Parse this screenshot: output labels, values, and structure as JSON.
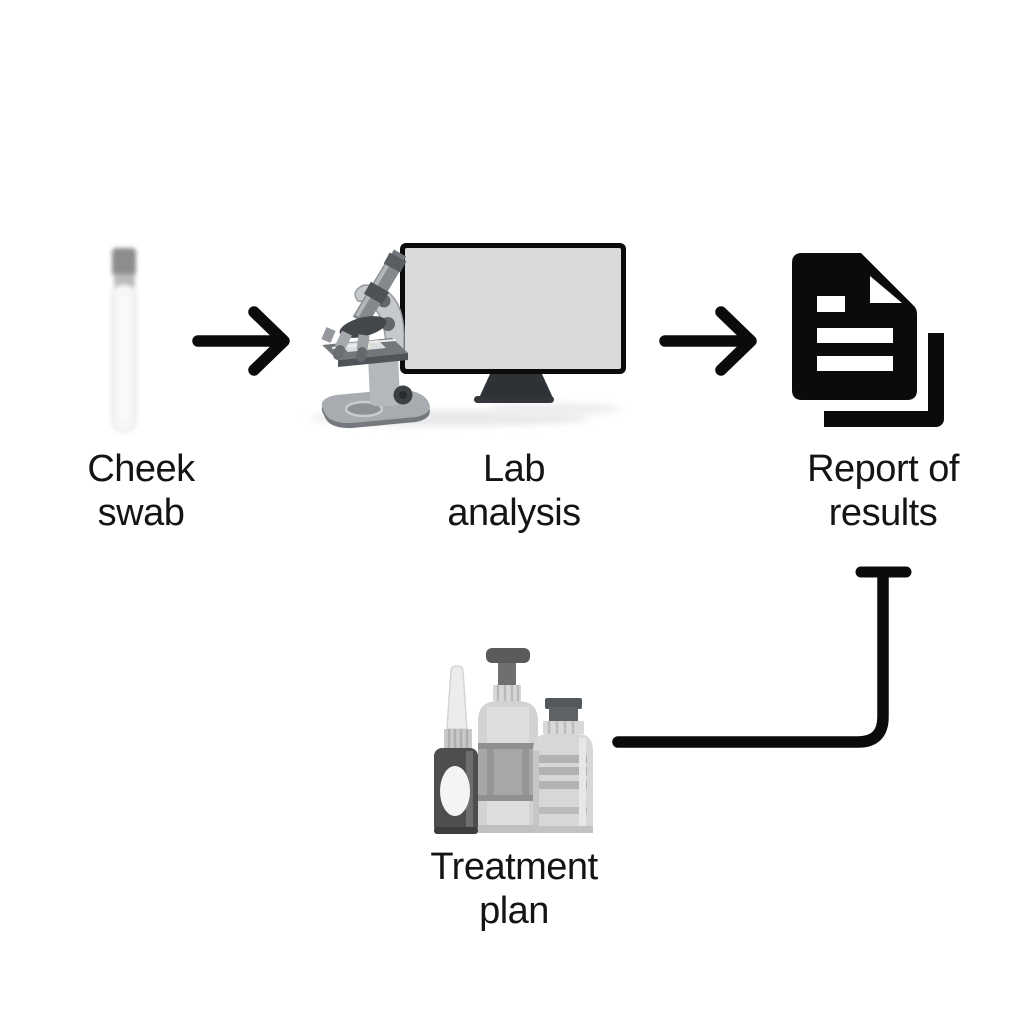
{
  "diagram": {
    "background": "#ffffff",
    "nodes": [
      {
        "id": "cheek-swab",
        "icon": "swab-tube-icon",
        "label": "Cheek swab",
        "lines": [
          "Cheek",
          "swab"
        ]
      },
      {
        "id": "lab-analysis",
        "icon": "microscope-monitor-icon",
        "label": "Lab analysis",
        "lines": [
          "Lab",
          "analysis"
        ]
      },
      {
        "id": "report-of-results",
        "icon": "report-documents-icon",
        "label": "Report of results",
        "lines": [
          "Report of",
          "results"
        ]
      },
      {
        "id": "treatment-plan",
        "icon": "medicine-bottles-icon",
        "label": "Treatment plan",
        "lines": [
          "Treatment",
          "plan"
        ]
      }
    ],
    "connectors": [
      {
        "from": "cheek-swab",
        "to": "lab-analysis",
        "style": "arrow-right"
      },
      {
        "from": "lab-analysis",
        "to": "report-of-results",
        "style": "arrow-right"
      },
      {
        "from": "treatment-plan",
        "to": "report-of-results",
        "style": "elbow-tee"
      }
    ],
    "colors": {
      "ink": "#0b0b0b",
      "text": "#141414",
      "screen": "#d9dadc",
      "monitor_dark": "#2e3237",
      "bottle_dark": "#4e4e4e",
      "gray_light": "#d2d2d2"
    }
  }
}
